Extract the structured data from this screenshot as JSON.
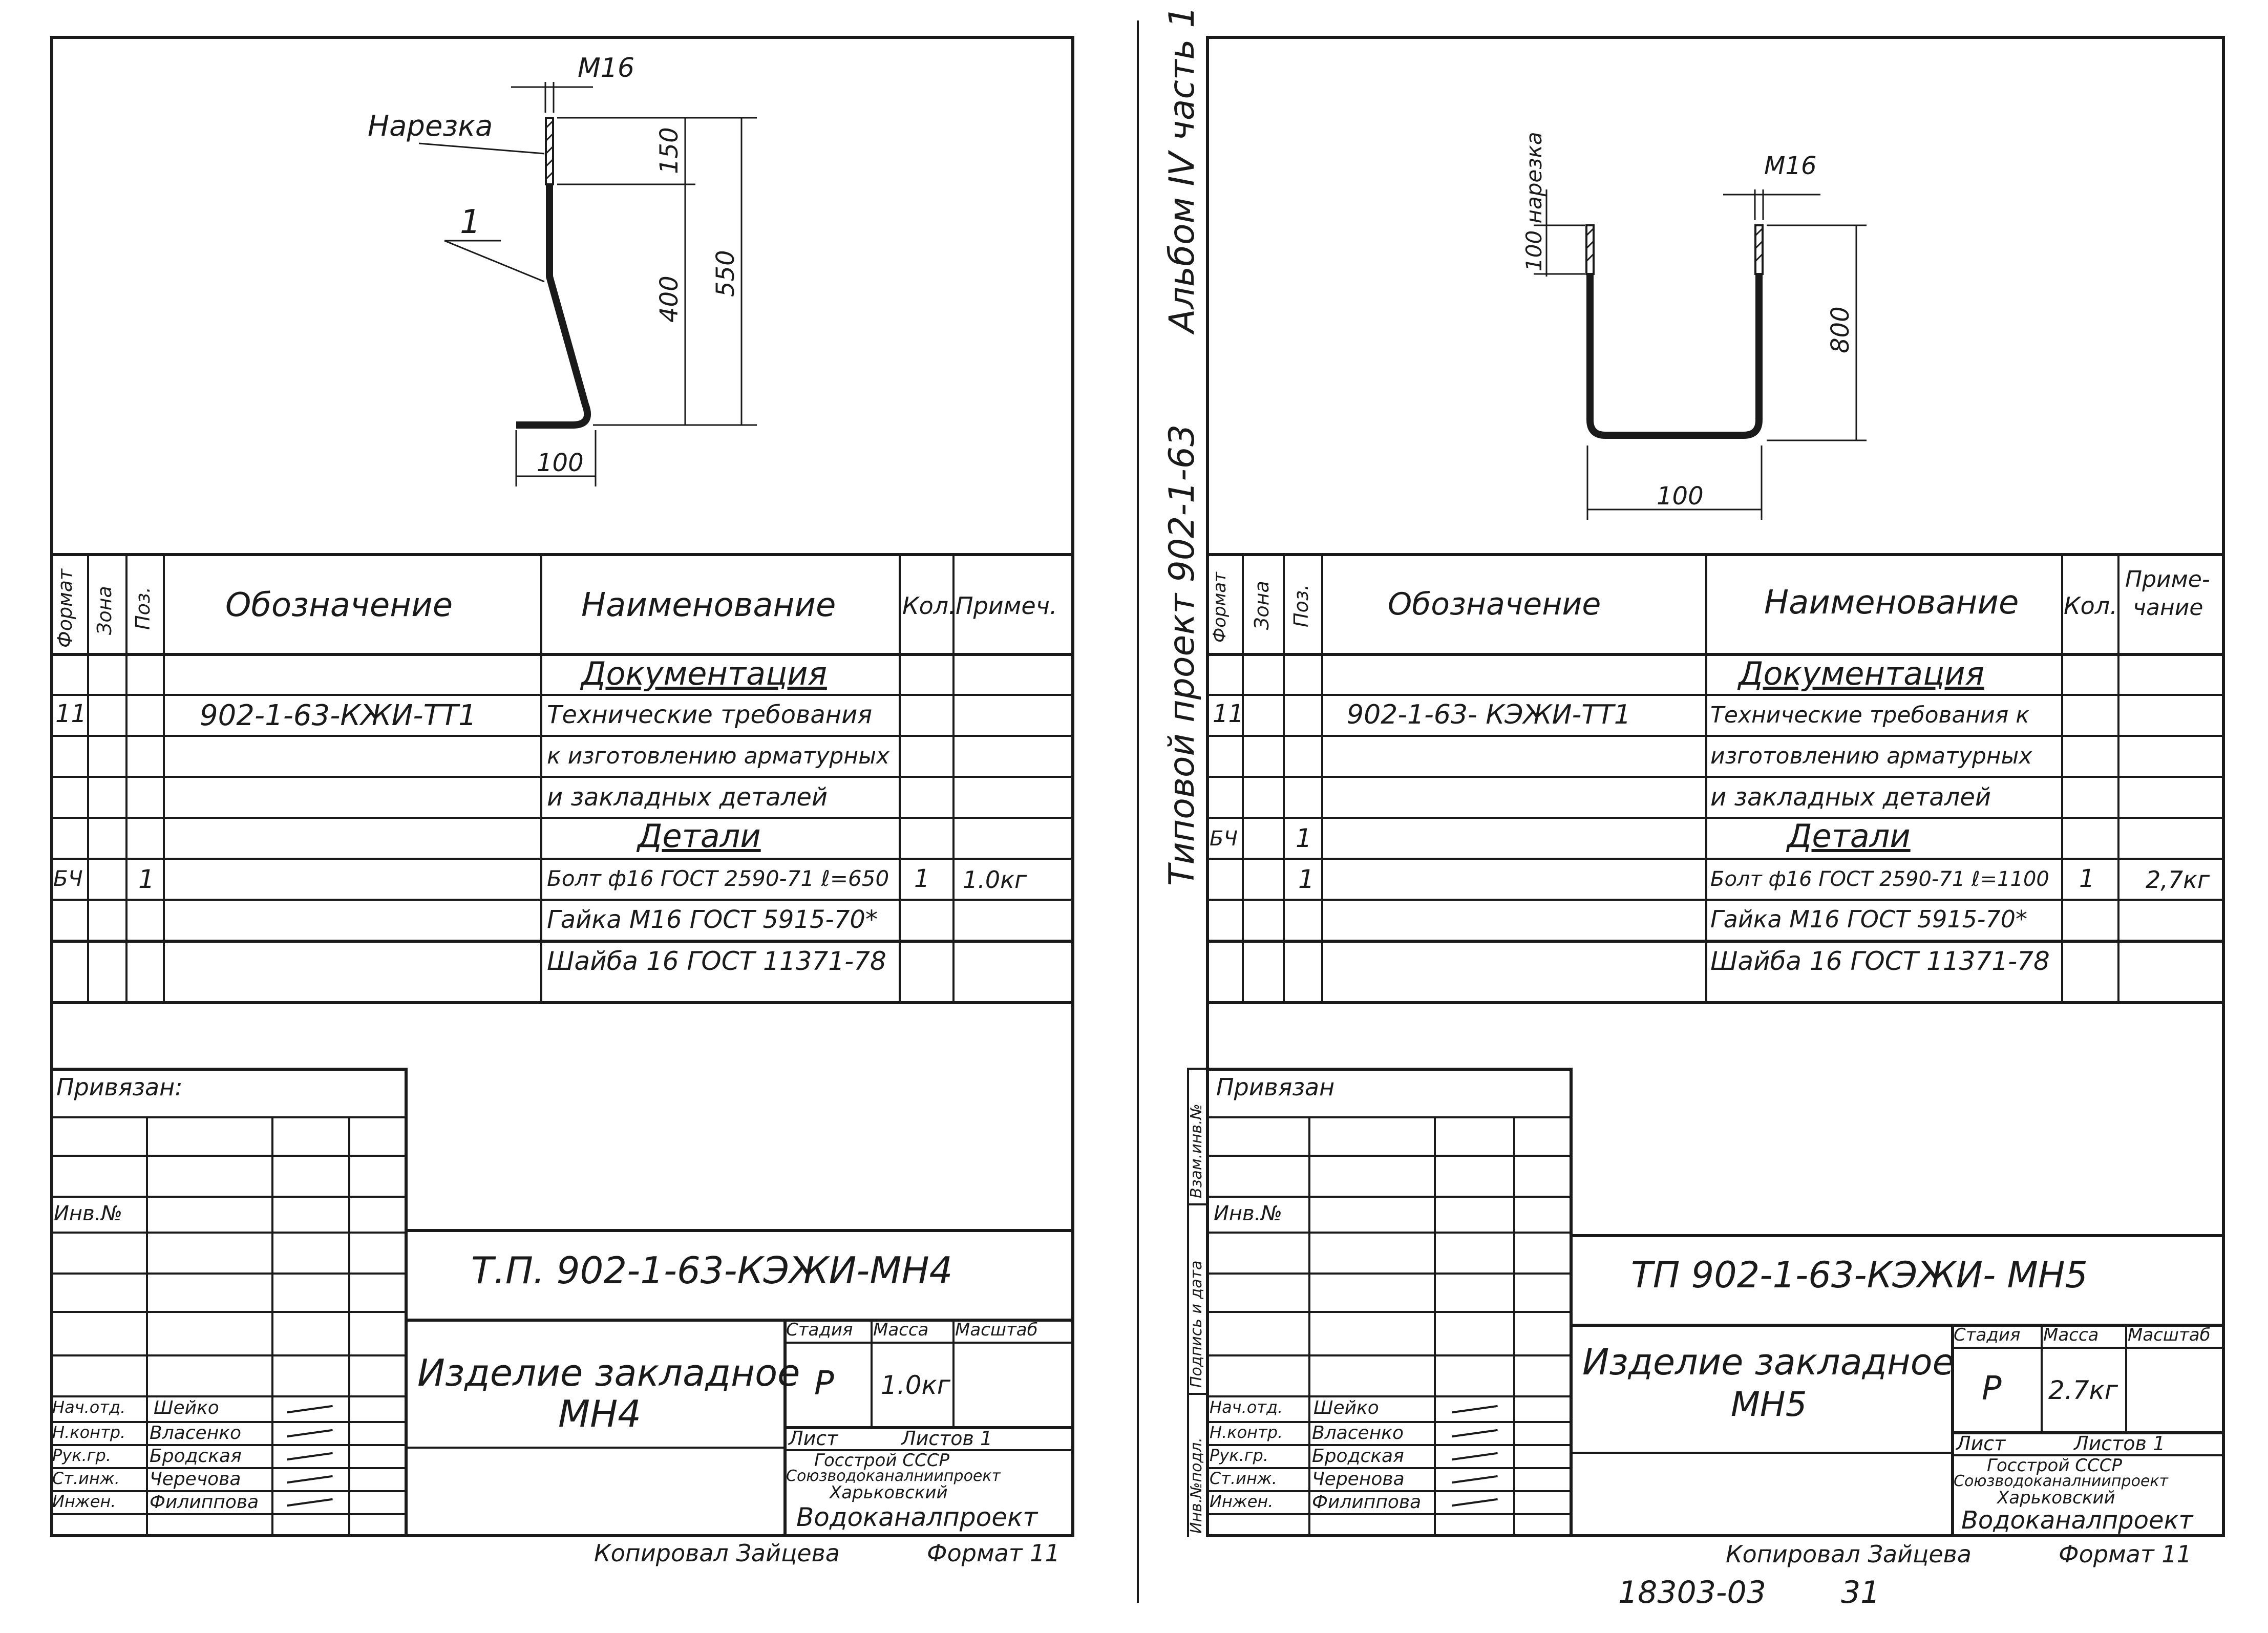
{
  "sheets": [
    {
      "dims": {
        "thread": "М16",
        "thread_label": "Нарезка",
        "pos": "1",
        "d150": "150",
        "d400": "400",
        "d550": "550",
        "d100": "100"
      },
      "header": {
        "format": "Формат",
        "zone": "Зона",
        "pos": "Поз.",
        "designation": "Обозначение",
        "name": "Наименование",
        "qty": "Кол.",
        "note": "Примеч."
      },
      "rows": {
        "section_docs": "Документация",
        "doc_format": "11",
        "doc_designation": "902-1-63-КЖИ-ТТ1",
        "doc_name_1": "Технические требования",
        "doc_name_2": "к изготовлению арматурных",
        "doc_name_3": "и закладных деталей",
        "section_parts": "Детали",
        "part_format": "БЧ",
        "part_pos": "1",
        "part_name_1": "Болт ф16 ГОСТ 2590-71 ℓ=650",
        "part_qty": "1",
        "part_note": "1.0кг",
        "part_name_2": "Гайка М16 ГОСТ 5915-70*",
        "part_name_3": "Шайба 16 ГОСТ 11371-78"
      },
      "tb": {
        "bound": "Привязан:",
        "inv": "Инв.№",
        "code": "Т.П. 902-1-63-КЭЖИ-МН4",
        "title_1": "Изделие закладное",
        "title_2": "МН4",
        "stage_h": "Стадия",
        "mass_h": "Масса",
        "scale_h": "Масштаб",
        "stage": "Р",
        "mass": "1.0кг",
        "sheet_h": "Лист",
        "sheets_h": "Листов 1",
        "org_1": "Госстрой СССР",
        "org_2": "Союзводоканалниипроект",
        "org_3": "Харьковский",
        "org_4": "Водоканалпроект",
        "roles": [
          "Нач.отд.",
          "Н.контр.",
          "Рук.гр.",
          "Ст.инж.",
          "Инжен."
        ],
        "names": [
          "Шейко",
          "Власенко",
          "Бродская",
          "Черечова",
          "Филиппова"
        ]
      },
      "footer": {
        "copied": "Копировал Зайцева",
        "format": "Формат 11"
      }
    },
    {
      "dims": {
        "thread": "М16",
        "thread_label": "100 нарезка",
        "d800": "800",
        "d100": "100"
      },
      "header": {
        "format": "Формат",
        "zone": "Зона",
        "pos": "Поз.",
        "designation": "Обозначение",
        "name": "Наименование",
        "qty": "Кол.",
        "note_1": "Приме-",
        "note_2": "чание"
      },
      "rows": {
        "section_docs": "Документация",
        "doc_format": "11",
        "doc_designation": "902-1-63- КЭЖИ-ТТ1",
        "doc_name_1": "Технические требования к",
        "doc_name_2": "изготовлению арматурных",
        "doc_name_3": "и закладных деталей",
        "section_parts": "Детали",
        "part_format": "БЧ",
        "part_pos": "1",
        "part_pos_2": "1",
        "part_name_1": "Болт ф16 ГОСТ 2590-71 ℓ=1100",
        "part_qty": "1",
        "part_note": "2,7кг",
        "part_name_2": "Гайка М16 ГОСТ 5915-70*",
        "part_name_3": "Шайба 16 ГОСТ 11371-78"
      },
      "tb": {
        "bound": "Привязан",
        "inv": "Инв.№",
        "code": "ТП 902-1-63-КЭЖИ- МН5",
        "title_1": "Изделие закладное",
        "title_2": "МН5",
        "stage_h": "Стадия",
        "mass_h": "Масса",
        "scale_h": "Масштаб",
        "stage": "Р",
        "mass": "2.7кг",
        "sheet_h": "Лист",
        "sheets_h": "Листов 1",
        "org_1": "Госстрой СССР",
        "org_2": "Союзводоканалниипроект",
        "org_3": "Харьковский",
        "org_4": "Водоканалпроект",
        "roles": [
          "Нач.отд.",
          "Н.контр.",
          "Рук.гр.",
          "Ст.инж.",
          "Инжен."
        ],
        "names": [
          "Шейко",
          "Власенко",
          "Бродская",
          "Черенова",
          "Филиппова"
        ]
      },
      "side": {
        "inv_orig": "Инв.№подл.",
        "sign_date": "Подпись и дата",
        "inv_swap": "Взам.инв.№"
      },
      "footer": {
        "copied": "Копировал Зайцева",
        "format": "Формат 11",
        "number": "18303-03",
        "page": "31"
      }
    }
  ],
  "margin": {
    "album": "Альбом IV часть 1",
    "project": "Типовой проект 902-1-63"
  }
}
